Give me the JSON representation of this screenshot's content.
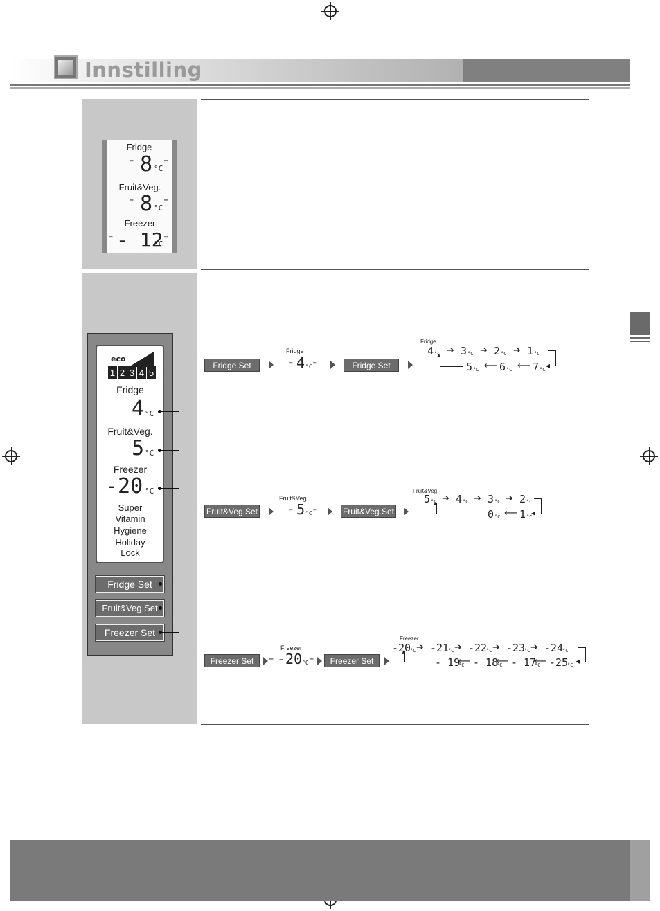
{
  "header": {
    "title": "Innstilling"
  },
  "display1": {
    "fridge_label": "Fridge",
    "fridge_temp": "8",
    "fruit_label": "Fruit&Veg.",
    "fruit_temp": "8",
    "freezer_label": "Freezer",
    "freezer_temp": "- 12",
    "unit": "°C"
  },
  "panel": {
    "eco_label": "eco",
    "eco_levels": [
      "1",
      "2",
      "3",
      "4",
      "5"
    ],
    "fridge_label": "Fridge",
    "fridge_temp": "4",
    "fruit_label": "Fruit&Veg.",
    "fruit_temp": "5",
    "freezer_label": "Freezer",
    "freezer_temp": "-20",
    "unit": "°C",
    "modes": [
      "Super",
      "Vitamin",
      "Hygiene",
      "Holiday",
      "Lock"
    ],
    "buttons": {
      "fridge_set": "Fridge Set",
      "fruit_set": "Fruit&Veg.Set",
      "freezer_set": "Freezer Set"
    }
  },
  "fridge_step": {
    "button": "Fridge Set",
    "label": "Fridge",
    "temp": "4",
    "cycle_label": "Fridge",
    "cycle_top": [
      "4",
      "3",
      "2",
      "1"
    ],
    "cycle_bottom": [
      "5",
      "6",
      "7"
    ]
  },
  "fruit_step": {
    "button": "Fruit&Veg.Set",
    "label": "Fruit&Veg.",
    "temp": "5",
    "cycle_label": "Fruit&Veg.",
    "cycle_top": [
      "5",
      "4",
      "3",
      "2"
    ],
    "cycle_bottom": [
      "0",
      "1"
    ]
  },
  "freezer_step": {
    "button": "Freezer Set",
    "label": "Freezer",
    "temp": "-20",
    "cycle_label": "Freezer",
    "cycle_top": [
      "-20",
      "-21",
      "-22",
      "-23",
      "-24"
    ],
    "cycle_bottom": [
      "- 19",
      "- 18",
      "- 17",
      "-25"
    ]
  },
  "unit_small": "°C"
}
